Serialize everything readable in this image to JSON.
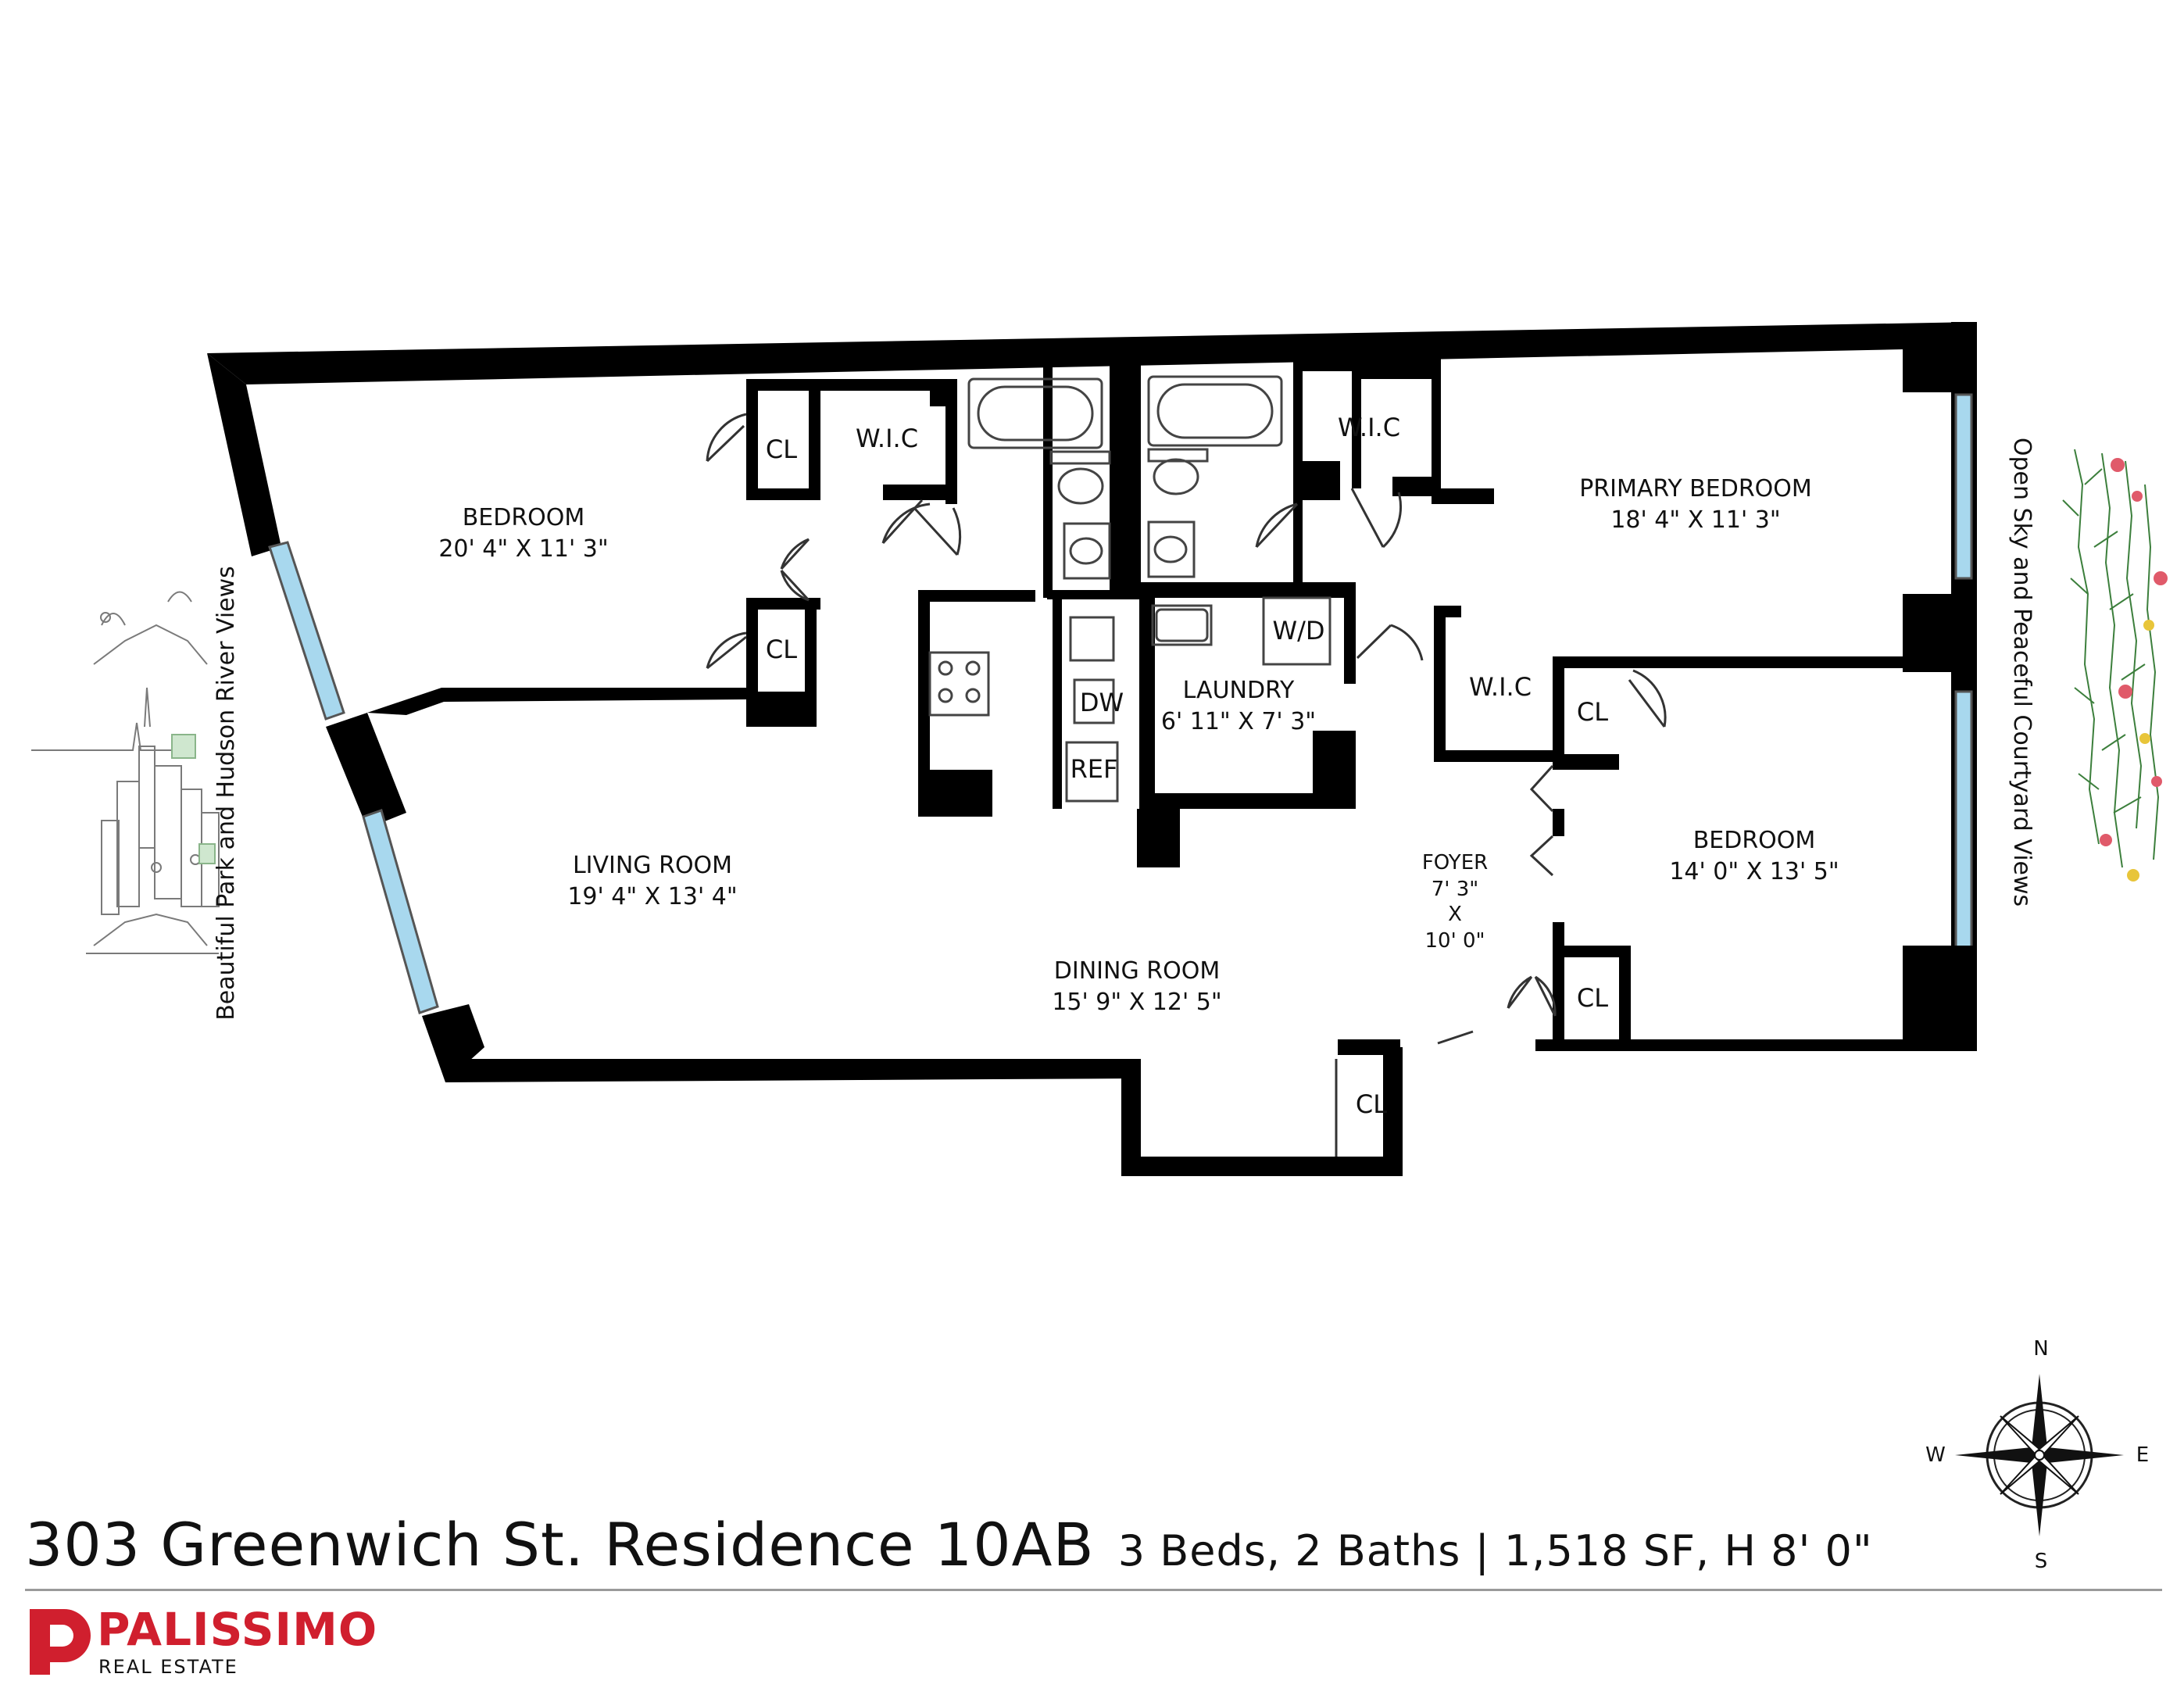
{
  "rooms": {
    "bedroom_west": {
      "name": "BEDROOM",
      "dims": "20' 4\" X 11' 3\""
    },
    "primary_bedroom": {
      "name": "PRIMARY BEDROOM",
      "dims": "18' 4\" X 11' 3\""
    },
    "bedroom_east": {
      "name": "BEDROOM",
      "dims": "14' 0\" X 13' 5\""
    },
    "living_room": {
      "name": "LIVING ROOM",
      "dims": "19' 4\" X 13' 4\""
    },
    "dining_room": {
      "name": "DINING ROOM",
      "dims": "15' 9\" X 12' 5\""
    },
    "laundry": {
      "name": "LAUNDRY",
      "dims": "6' 11\" X 7' 3\""
    },
    "foyer": {
      "name": "FOYER",
      "dim_w": "7' 3\"",
      "dim_x": "X",
      "dim_l": "10' 0\""
    }
  },
  "labels": {
    "closet": "CL",
    "walk_in_closet": "W.I.C",
    "washer_dryer": "W/D",
    "dishwasher": "DW",
    "refrigerator": "REF"
  },
  "views": {
    "west": "Beautiful Park and Hudson River Views",
    "east": "Open Sky and Peaceful Courtyard Views"
  },
  "compass": {
    "n": "N",
    "s": "S",
    "e": "E",
    "w": "W"
  },
  "title": {
    "address": "303 Greenwich St. Residence 10AB",
    "details": "3 Beds, 2 Baths  |  1,518 SF, H 8' 0\""
  },
  "brand": {
    "name": "PALISSIMO",
    "tagline": "REAL ESTATE"
  },
  "colors": {
    "walls": "#000000",
    "brand_red": "#d01f2e",
    "window_glass": "#a8d8ee"
  }
}
